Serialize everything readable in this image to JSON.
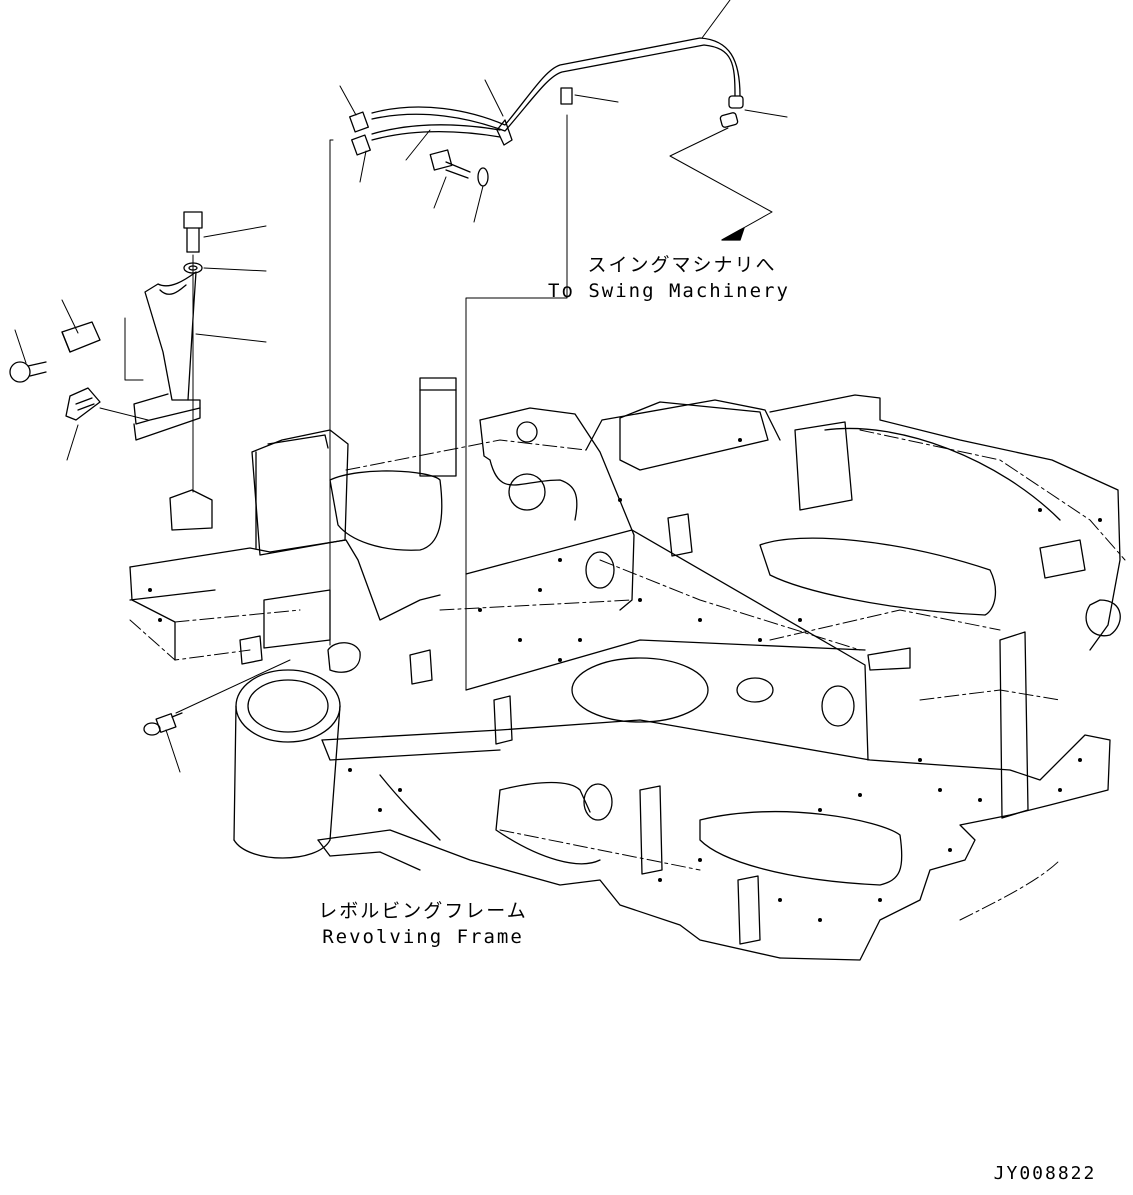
{
  "labels": {
    "swing_jp": "スイングマシナリへ",
    "swing_en": "To Swing Machinery",
    "frame_jp": "レボルビングフレーム",
    "frame_en": "Revolving Frame"
  },
  "drawing_code": "JY008822",
  "colors": {
    "line": "#000000",
    "background": "#ffffff"
  }
}
